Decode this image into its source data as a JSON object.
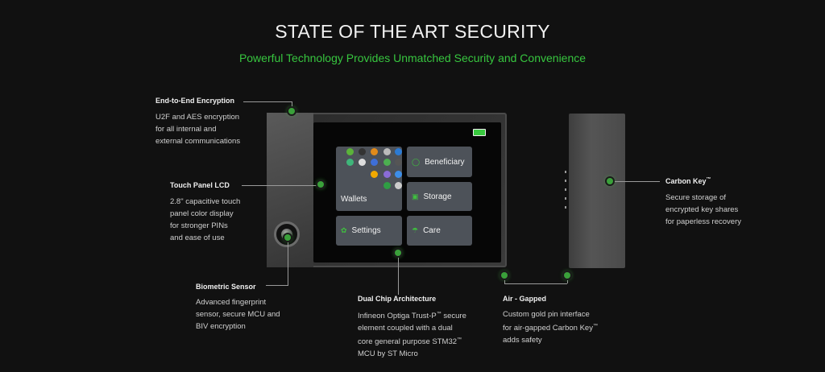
{
  "header": {
    "title": "STATE OF THE ART SECURITY",
    "subtitle": "Powerful Technology Provides Unmatched Security and Convenience"
  },
  "features": {
    "encryption": {
      "title": "End-to-End Encryption",
      "lines": [
        "U2F and AES encryption",
        "for all internal and",
        "external communications"
      ]
    },
    "touch": {
      "title": "Touch Panel LCD",
      "lines": [
        "2.8\" capacitive touch",
        "panel color display",
        "for stronger PINs",
        "and ease of use"
      ]
    },
    "biometric": {
      "title": "Biometric Sensor",
      "lines": [
        "Advanced fingerprint",
        "sensor, secure MCU and",
        "BIV encryption"
      ]
    },
    "dualchip": {
      "title": "Dual Chip Architecture",
      "line1": "Infineon Optiga Trust-P",
      "line1_tm": "™",
      "line1_tail": " secure",
      "line2": "element coupled with a dual",
      "line3": "core general purpose STM32",
      "line3_tm": "™",
      "line4": "MCU by ST Micro"
    },
    "airgap": {
      "title": "Air - Gapped",
      "line1": "Custom gold pin interface",
      "line2": "for air-gapped Carbon Key",
      "line2_tm": "™",
      "line3": "adds safety"
    },
    "carbon": {
      "title": "Carbon Key",
      "title_tm": "™",
      "lines": [
        "Secure storage of",
        "encrypted key shares",
        "for paperless recovery"
      ]
    }
  },
  "screen": {
    "tiles": {
      "wallets": "Wallets",
      "beneficiary": "Beneficiary",
      "storage": "Storage",
      "settings": "Settings",
      "care": "Care"
    }
  },
  "colors": {
    "accent": "#37c63f",
    "background": "#111111"
  }
}
